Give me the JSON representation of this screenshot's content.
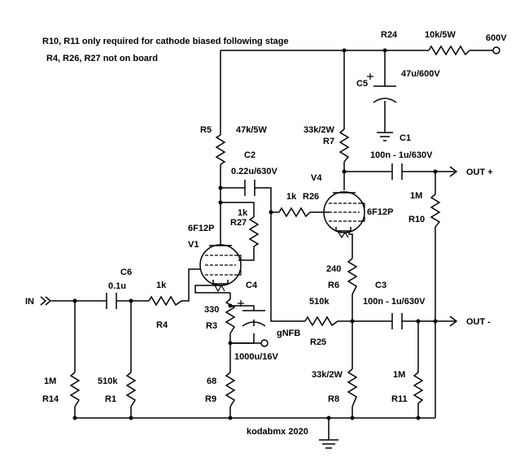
{
  "notes": {
    "line1": "R10, R11 only required for cathode biased following stage",
    "line2": "R4, R26, R27 not on board"
  },
  "credit": "kodabmx 2020",
  "ports": {
    "input": "IN",
    "supply": "600V",
    "out_pos": "OUT +",
    "out_neg": "OUT -",
    "nfb": "gNFB"
  },
  "resistors": {
    "R24": {
      "ref": "R24",
      "value": "10k/5W"
    },
    "R5": {
      "ref": "R5",
      "value": "47k/5W"
    },
    "R7": {
      "ref": "R7",
      "value": "33k/2W"
    },
    "R26": {
      "ref": "R26",
      "value": "1k"
    },
    "R27": {
      "ref": "R27",
      "value": "1k"
    },
    "R4": {
      "ref": "R4",
      "value": "1k"
    },
    "R3": {
      "ref": "R3",
      "value": "330"
    },
    "R9": {
      "ref": "R9",
      "value": "68"
    },
    "R14": {
      "ref": "R14",
      "value": "1M"
    },
    "R1": {
      "ref": "R1",
      "value": "510k"
    },
    "R6": {
      "ref": "R6",
      "value": "240"
    },
    "R25": {
      "ref": "R25",
      "value": "510k"
    },
    "R8": {
      "ref": "R8",
      "value": "33k/2W"
    },
    "R10": {
      "ref": "R10",
      "value": "1M"
    },
    "R11": {
      "ref": "R11",
      "value": "1M"
    }
  },
  "capacitors": {
    "C5": {
      "ref": "C5",
      "value": "47u/600V"
    },
    "C2": {
      "ref": "C2",
      "value": "0.22u/630V"
    },
    "C1": {
      "ref": "C1",
      "value": "100n - 1u/630V"
    },
    "C6": {
      "ref": "C6",
      "value": "0.1u"
    },
    "C4": {
      "ref": "C4",
      "value": "1000u/16V"
    },
    "C3": {
      "ref": "C3",
      "value": "100n - 1u/630V"
    }
  },
  "tubes": {
    "V1": {
      "ref": "V1",
      "type": "6F12P"
    },
    "V4": {
      "ref": "V4",
      "type": "6F12P"
    }
  }
}
